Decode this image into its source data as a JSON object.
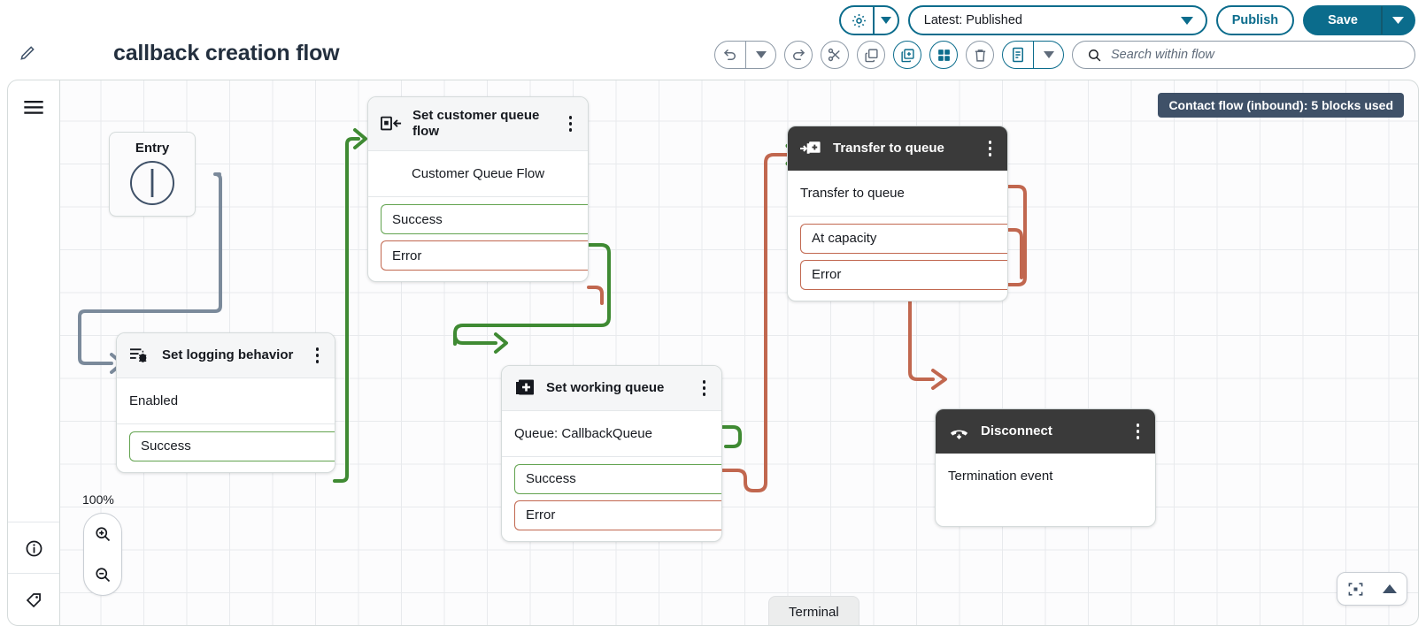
{
  "header": {
    "flow_title": "callback creation flow",
    "pencil_icon": "edit-pencil-icon",
    "gear_icon": "gear-icon",
    "version_value": "Latest: Published",
    "publish_label": "Publish",
    "save_label": "Save",
    "search_placeholder": "Search within flow",
    "search_value": "",
    "search_icon": "search-icon",
    "tools": [
      {
        "name": "undo",
        "icon": "undo-arrow-icon"
      },
      {
        "name": "undo-dropdown",
        "icon": "chevron-down-icon"
      },
      {
        "name": "redo",
        "icon": "redo-arrow-icon"
      },
      {
        "name": "cut",
        "icon": "scissors-icon"
      },
      {
        "name": "copy",
        "icon": "copy-icon"
      },
      {
        "name": "add-to-library",
        "icon": "add-block-icon"
      },
      {
        "name": "grid-view",
        "icon": "grid-icon"
      },
      {
        "name": "delete",
        "icon": "trash-icon"
      },
      {
        "name": "notes",
        "icon": "notes-icon"
      },
      {
        "name": "notes-dropdown",
        "icon": "chevron-down-icon"
      }
    ]
  },
  "rail": {
    "items": [
      {
        "name": "menu",
        "icon": "hamburger-menu-icon"
      },
      {
        "name": "info",
        "icon": "info-circle-icon"
      },
      {
        "name": "tags",
        "icon": "tag-icon"
      }
    ]
  },
  "canvas": {
    "blocks_badge": "Contact flow (inbound): 5 blocks used",
    "zoom_level": "100%",
    "zoom_in_icon": "magnifier-plus-icon",
    "zoom_out_icon": "magnifier-minus-icon",
    "fit_icon": "fit-to-screen-icon",
    "expand_icon": "triangle-up-icon",
    "terminal_tab": "Terminal",
    "entry": {
      "label": "Entry",
      "icon": "entry-circle-icon"
    }
  },
  "nodes": [
    {
      "id": "set-customer-queue-flow",
      "title": "Set customer queue flow",
      "icon": "set-customer-queue-flow-icon",
      "header_style": "light",
      "body": "Customer Queue Flow",
      "ports": [
        {
          "label": "Success",
          "kind": "success"
        },
        {
          "label": "Error",
          "kind": "error"
        }
      ]
    },
    {
      "id": "set-logging-behavior",
      "title": "Set logging behavior",
      "icon": "set-logging-behavior-icon",
      "header_style": "light",
      "body": "Enabled",
      "ports": [
        {
          "label": "Success",
          "kind": "success"
        }
      ]
    },
    {
      "id": "set-working-queue",
      "title": "Set working queue",
      "icon": "set-working-queue-icon",
      "header_style": "light",
      "body": "Queue: CallbackQueue",
      "ports": [
        {
          "label": "Success",
          "kind": "success"
        },
        {
          "label": "Error",
          "kind": "error"
        }
      ]
    },
    {
      "id": "transfer-to-queue",
      "title": "Transfer to queue",
      "icon": "transfer-to-queue-icon",
      "header_style": "dark",
      "body": "Transfer to queue",
      "ports": [
        {
          "label": "At capacity",
          "kind": "error"
        },
        {
          "label": "Error",
          "kind": "error"
        }
      ]
    },
    {
      "id": "disconnect",
      "title": "Disconnect",
      "icon": "disconnect-phone-icon",
      "header_style": "dark",
      "body": "Termination event",
      "ports": []
    }
  ],
  "colors": {
    "accent": "#0b6c8c",
    "success_edge": "#3f8a33",
    "error_edge": "#c1674f",
    "entry_edge": "#7b8a9b",
    "badge_bg": "#3f5168",
    "dark_header": "#3a3a3a"
  }
}
